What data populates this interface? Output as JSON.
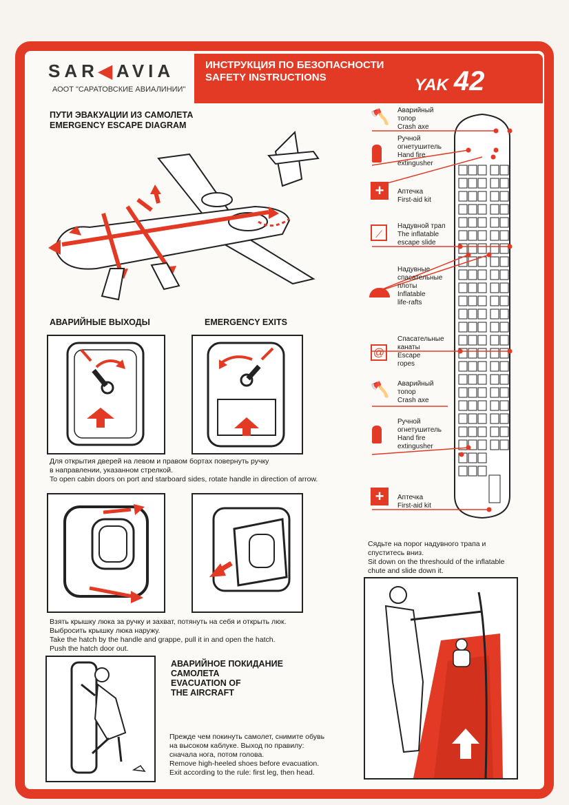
{
  "header": {
    "logo_left": "SAR",
    "logo_right": "AVIA",
    "company": "АООТ \"САРАТОВСКИЕ АВИАЛИНИИ\"",
    "title_ru": "ИНСТРУКЦИЯ ПО БЕЗОПАСНОСТИ",
    "title_en": "SAFETY INSTRUCTIONS",
    "model_prefix": "YAK",
    "model_number": "42",
    "accent": "#e23a24"
  },
  "escape_diagram": {
    "title_ru": "ПУТИ ЭВАКУАЦИИ ИЗ САМОЛЕТА",
    "title_en": "EMERGENCY ESCAPE DIAGRAM"
  },
  "exits": {
    "title_ru": "АВАРИЙНЫЕ ВЫХОДЫ",
    "title_en": "EMERGENCY EXITS",
    "doors_text_ru_1": "Для открытия дверей на левом и правом бортах повернуть ручку",
    "doors_text_ru_2": "в направлении, указанном стрелкой.",
    "doors_text_en": "To open cabin doors on port and starboard sides, rotate handle in direction of arrow.",
    "hatch_text_ru_1": "Взять крышку люка за ручку и захват, потянуть на себя и открыть люк.",
    "hatch_text_ru_2": "Выбросить крышку люка наружу.",
    "hatch_text_en_1": "Take the hatch by the handle and grappe, pull it in and open the hatch.",
    "hatch_text_en_2": "Push the hatch door out."
  },
  "evacuation": {
    "title_1": "АВАРИЙНОЕ ПОКИДАНИЕ",
    "title_2": "САМОЛЕТА",
    "title_3": "EVACUATION OF",
    "title_4": "THE AIRCRAFT",
    "text_ru_1": "Прежде чем покинуть самолет, снимите обувь",
    "text_ru_2": "на высоком каблуке. Выход по правилу:",
    "text_ru_3": "сначала нога, потом голова.",
    "text_en_1": "Remove high-heeled shoes before evacuation.",
    "text_en_2": "Exit according to the rule: first leg, then head."
  },
  "slide": {
    "text_ru_1": "Сядьте на порог надувного трапа и",
    "text_ru_2": "спуститесь вниз.",
    "text_en_1": "Sit down on the threshould of the inflatable",
    "text_en_2": "chute and slide down it."
  },
  "legend": {
    "axe_1": {
      "ru_1": "Аварийный",
      "ru_2": "топор",
      "en": "Crash axe"
    },
    "ext_1": {
      "ru_1": "Ручной",
      "ru_2": "огнетушитель",
      "en_1": "Hand fire",
      "en_2": "extingusher"
    },
    "aid_1": {
      "ru": "Аптечка",
      "en": "First-aid kit"
    },
    "slide": {
      "ru": "Надувной трап",
      "en_1": "The inflatable",
      "en_2": "escape slide"
    },
    "rafts": {
      "ru_1": "Надувные",
      "ru_2": "спасательные",
      "ru_3": "плоты",
      "en_1": "Inflatable",
      "en_2": "life-rafts"
    },
    "ropes": {
      "ru_1": "Спасательные",
      "ru_2": "канаты",
      "en_1": "Escape",
      "en_2": "ropes"
    },
    "axe_2": {
      "ru_1": "Аварийный",
      "ru_2": "топор",
      "en": "Crash axe"
    },
    "ext_2": {
      "ru_1": "Ручной",
      "ru_2": "огнетушитель",
      "en_1": "Hand fire",
      "en_2": "extingusher"
    },
    "aid_2": {
      "ru": "Аптечка",
      "en": "First-aid kit"
    }
  }
}
